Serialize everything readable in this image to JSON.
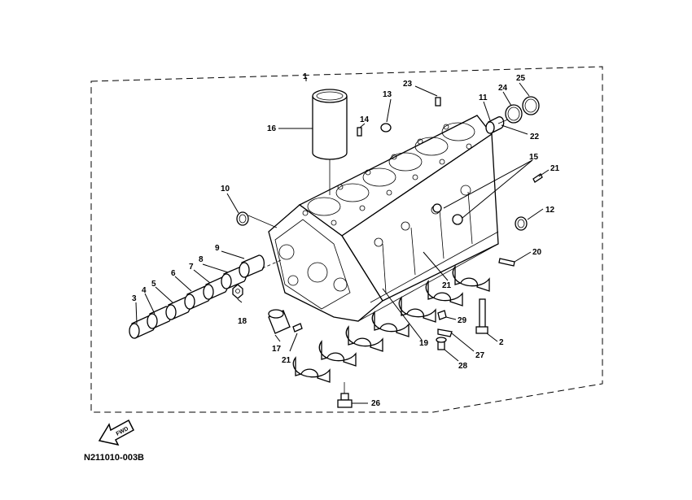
{
  "diagram": {
    "reference_code": "N211010-003B",
    "fwd_label": "FWD",
    "colors": {
      "ink": "#000000",
      "paper": "#ffffff"
    },
    "callouts": [
      {
        "id": "c1",
        "text": "1"
      },
      {
        "id": "c2",
        "text": "2"
      },
      {
        "id": "c3",
        "text": "3"
      },
      {
        "id": "c4",
        "text": "4"
      },
      {
        "id": "c5",
        "text": "5"
      },
      {
        "id": "c6",
        "text": "6"
      },
      {
        "id": "c7",
        "text": "7"
      },
      {
        "id": "c8",
        "text": "8"
      },
      {
        "id": "c9",
        "text": "9"
      },
      {
        "id": "c10",
        "text": "10"
      },
      {
        "id": "c11",
        "text": "11"
      },
      {
        "id": "c12",
        "text": "12"
      },
      {
        "id": "c13",
        "text": "13"
      },
      {
        "id": "c14",
        "text": "14"
      },
      {
        "id": "c15",
        "text": "15"
      },
      {
        "id": "c16",
        "text": "16"
      },
      {
        "id": "c17",
        "text": "17"
      },
      {
        "id": "c18",
        "text": "18"
      },
      {
        "id": "c19",
        "text": "19"
      },
      {
        "id": "c20",
        "text": "20"
      },
      {
        "id": "c21a",
        "text": "21"
      },
      {
        "id": "c21b",
        "text": "21"
      },
      {
        "id": "c21c",
        "text": "21"
      },
      {
        "id": "c22",
        "text": "22"
      },
      {
        "id": "c23",
        "text": "23"
      },
      {
        "id": "c24",
        "text": "24"
      },
      {
        "id": "c25",
        "text": "25"
      },
      {
        "id": "c26",
        "text": "26"
      },
      {
        "id": "c27",
        "text": "27"
      },
      {
        "id": "c28",
        "text": "28"
      },
      {
        "id": "c29",
        "text": "29"
      }
    ]
  }
}
